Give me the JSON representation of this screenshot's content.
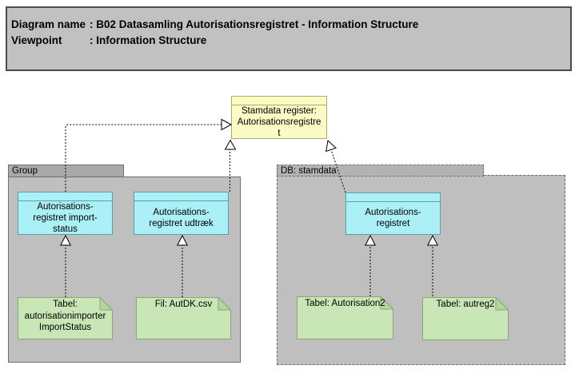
{
  "title_box": {
    "rows": [
      {
        "label": "Diagram name",
        "value": ": B02 Datasamling Autorisationsregistret - Information Structure"
      },
      {
        "label": "Viewpoint",
        "value": ": Information Structure"
      }
    ]
  },
  "containers": {
    "group": {
      "label": "Group"
    },
    "db": {
      "label": "DB: stamdata"
    }
  },
  "nodes": {
    "stamdata_register": {
      "label": "Stamdata register:\nAutorisationsregistre\nt"
    },
    "import_status": {
      "label": "Autorisations-\nregistret import-\nstatus"
    },
    "udtraek": {
      "label": "Autorisations-\nregistret udtræk"
    },
    "autorisationsregistret": {
      "label": "Autorisations-\nregistret"
    }
  },
  "notes": {
    "import_status_tabel": {
      "label": "Tabel:\nautorisationimporter\nImportStatus"
    },
    "autdk_fil": {
      "label": "Fil: AutDK.csv"
    },
    "autorisation2_tabel": {
      "label": "Tabel: Autorisation2"
    },
    "autreg2_tabel": {
      "label": "Tabel: autreg2"
    }
  },
  "connectors": [
    {
      "type": "realization",
      "from": "Autorisations-registret import-status",
      "to": "Stamdata register: Autorisationsregistret"
    },
    {
      "type": "realization",
      "from": "Autorisations-registret udtræk",
      "to": "Stamdata register: Autorisationsregistret"
    },
    {
      "type": "realization",
      "from": "Autorisations-registret",
      "to": "Stamdata register: Autorisationsregistret"
    },
    {
      "type": "realization",
      "from": "Tabel: autorisationimporterImportStatus",
      "to": "Autorisations-registret import-status"
    },
    {
      "type": "realization",
      "from": "Fil: AutDK.csv",
      "to": "Autorisations-registret udtræk"
    },
    {
      "type": "realization",
      "from": "Tabel: Autorisation2",
      "to": "Autorisations-registret"
    },
    {
      "type": "realization",
      "from": "Tabel: autreg2",
      "to": "Autorisations-registret"
    }
  ],
  "colors": {
    "title_fill": "#c1c1c1",
    "container_fill": "#bfbfbf",
    "container_tab_fill": "#a9a9a9",
    "db_tab_fill": "#b3b3b3",
    "container_border": "#6e6e6e",
    "object_cyan_fill": "#aaf0f6",
    "object_cyan_border": "#5f9ea8",
    "object_yellow_fill": "#fbfbc6",
    "object_yellow_border": "#b1aa66",
    "note_green_fill": "#c9e7b6",
    "note_green_fold": "#b4d69e",
    "note_green_border": "#8aa674",
    "connector": "#000000"
  }
}
